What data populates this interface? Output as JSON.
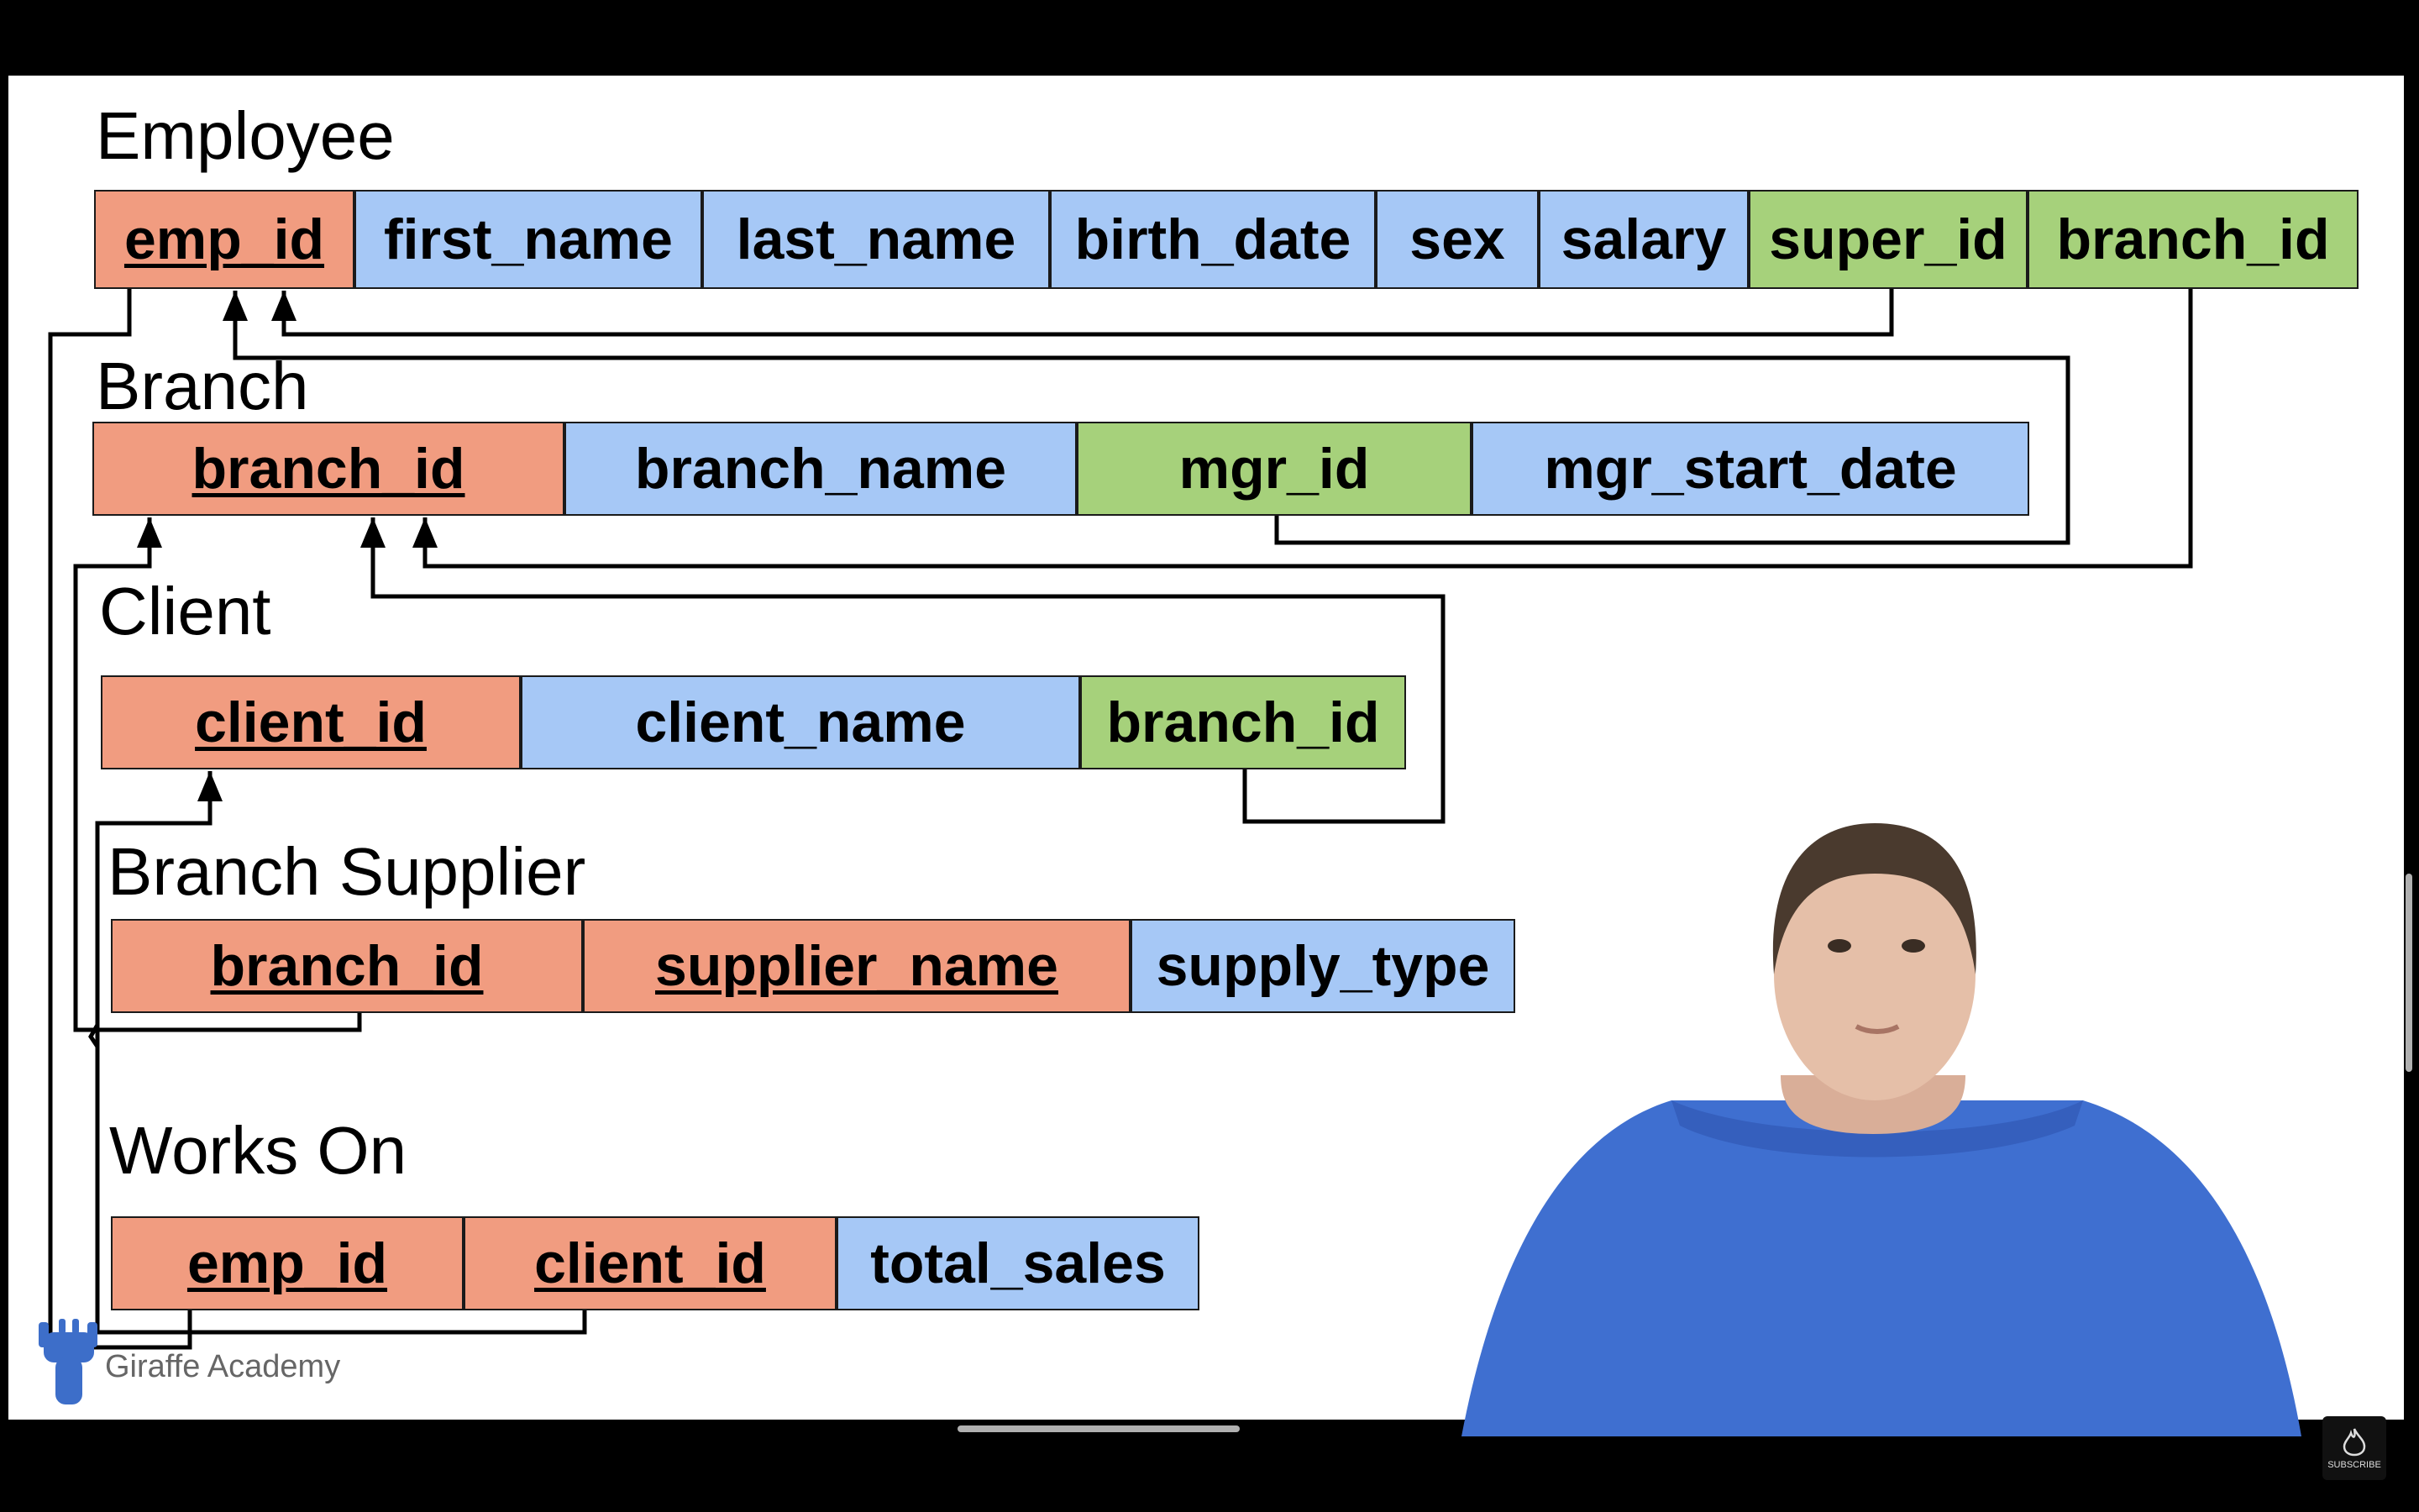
{
  "tables": {
    "employee": {
      "title": "Employee",
      "columns": [
        "emp_id",
        "first_name",
        "last_name",
        "birth_date",
        "sex",
        "salary",
        "super_id",
        "branch_id"
      ]
    },
    "branch": {
      "title": "Branch",
      "columns": [
        "branch_id",
        "branch_name",
        "mgr_id",
        "mgr_start_date"
      ]
    },
    "client": {
      "title": "Client",
      "columns": [
        "client_id",
        "client_name",
        "branch_id"
      ]
    },
    "branch_supplier": {
      "title": "Branch Supplier",
      "columns": [
        "branch_id",
        "supplier_name",
        "supply_type"
      ]
    },
    "works_on": {
      "title": "Works On",
      "columns": [
        "emp_id",
        "client_id",
        "total_sales"
      ]
    }
  },
  "colors": {
    "primary_key": "#f19c80",
    "attribute": "#a6c8f6",
    "foreign_key": "#a6d17b"
  },
  "watermark": {
    "text": "Giraffe Academy"
  },
  "subscribe": {
    "label": "SUBSCRIBE"
  }
}
